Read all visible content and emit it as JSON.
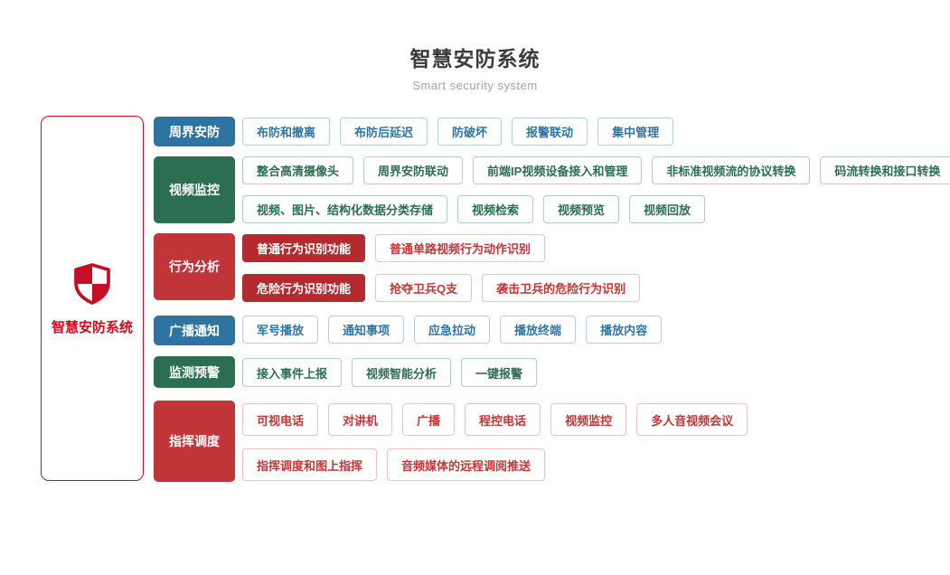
{
  "header": {
    "title": "智慧安防系统",
    "subtitle": "Smart security system"
  },
  "root_card": {
    "label": "智慧安防系统",
    "icon": "shield-icon"
  },
  "groups": [
    {
      "label": "周界安防",
      "theme": "blue",
      "rows": [
        [
          "布防和撤离",
          "布防后延迟",
          "防破坏",
          "报警联动",
          "集中管理"
        ]
      ]
    },
    {
      "label": "视频监控",
      "theme": "green",
      "rows": [
        [
          "整合高清摄像头",
          "周界安防联动",
          "前端IP视频设备接入和管理",
          "非标准视频流的协议转换",
          "码流转换和接口转换"
        ],
        [
          "视频、图片、结构化数据分类存储",
          "视频检索",
          "视频预览",
          "视频回放"
        ]
      ]
    },
    {
      "label": "行为分析",
      "theme": "red",
      "rows": [
        [
          {
            "label": "普通行为识别功能",
            "style": "solid"
          },
          {
            "label": "普通单路视频行为动作识别",
            "style": "outline"
          }
        ],
        [
          {
            "label": "危险行为识别功能",
            "style": "solid"
          },
          {
            "label": "抢夺卫兵Q支",
            "style": "outline"
          },
          {
            "label": "袭击卫兵的危险行为识别",
            "style": "outline"
          }
        ]
      ]
    },
    {
      "label": "广播通知",
      "theme": "blue",
      "rows": [
        [
          "军号播放",
          "通知事项",
          "应急拉动",
          "播放终端",
          "播放内容"
        ]
      ]
    },
    {
      "label": "监测预警",
      "theme": "green",
      "rows": [
        [
          "接入事件上报",
          "视频智能分析",
          "一键报警"
        ]
      ]
    },
    {
      "label": "指挥调度",
      "theme": "red",
      "rows": [
        [
          "可视电话",
          "对讲机",
          "广播",
          "程控电话",
          "视频监控",
          "多人音视频会议"
        ],
        [
          "指挥调度和图上指挥",
          "音频媒体的远程调阅推送"
        ]
      ]
    }
  ],
  "colors": {
    "category_blue": "#2d74a0",
    "category_green": "#2c6e52",
    "category_red": "#c13438",
    "solid_item_red": "#b52a2e",
    "root_accent_red": "#d20a1f",
    "item_text_blue": "#2e76a2",
    "item_text_green": "#2c6e52",
    "item_text_red": "#c53534"
  }
}
